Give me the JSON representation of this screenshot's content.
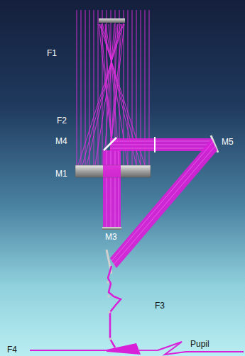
{
  "diagram": {
    "labels": [
      "F1",
      "F2",
      "M4",
      "M1",
      "M3",
      "M5",
      "F3",
      "F4",
      "Pupil"
    ]
  }
}
